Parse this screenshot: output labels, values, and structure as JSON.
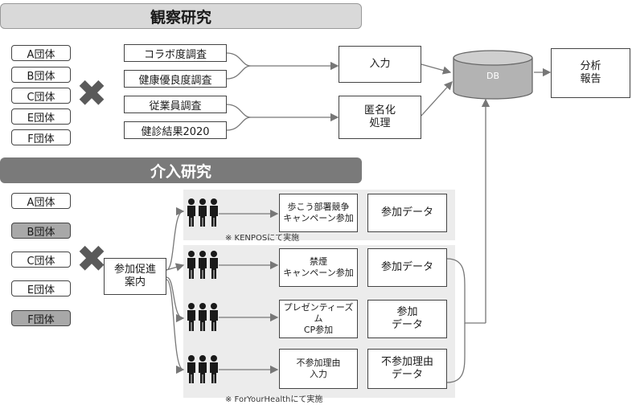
{
  "observation": {
    "title": "観察研究",
    "groups": [
      "A団体",
      "B団体",
      "C団体",
      "E団体",
      "F団体"
    ],
    "surveys": [
      "コラボ度調査",
      "健康優良度調査",
      "従業員調査",
      "健診結果2020"
    ],
    "input": "入力",
    "anonymize_line1": "匿名化",
    "anonymize_line2": "処理",
    "db": "DB",
    "analysis_line1": "分析",
    "analysis_line2": "報告"
  },
  "intervention": {
    "title": "介入研究",
    "groups": [
      {
        "label": "A団体",
        "highlight": false
      },
      {
        "label": "B団体",
        "highlight": true
      },
      {
        "label": "C団体",
        "highlight": false
      },
      {
        "label": "E団体",
        "highlight": false
      },
      {
        "label": "F団体",
        "highlight": true
      }
    ],
    "promo_line1": "参加促進",
    "promo_line2": "案内",
    "programs": [
      {
        "line1": "歩こう部署競争",
        "line2": "キャンペーン参加",
        "data1": "参加データ",
        "data2": ""
      },
      {
        "line1": "禁煙",
        "line2": "キャンペーン参加",
        "data1": "参加データ",
        "data2": ""
      },
      {
        "line1": "プレゼンティーズム",
        "line2": "CP参加",
        "data1": "参加",
        "data2": "データ"
      },
      {
        "line1": "不参加理由",
        "line2": "入力",
        "data1": "不参加理由",
        "data2": "データ"
      }
    ],
    "note1": "※ KENPOSにて実施",
    "note2": "※ ForYourHealthにて実施"
  },
  "colors": {
    "dark_banner": "#7a7a7a",
    "light_banner": "#d9d9d9",
    "highlight": "#a8a8a8",
    "panel": "#ececec"
  }
}
